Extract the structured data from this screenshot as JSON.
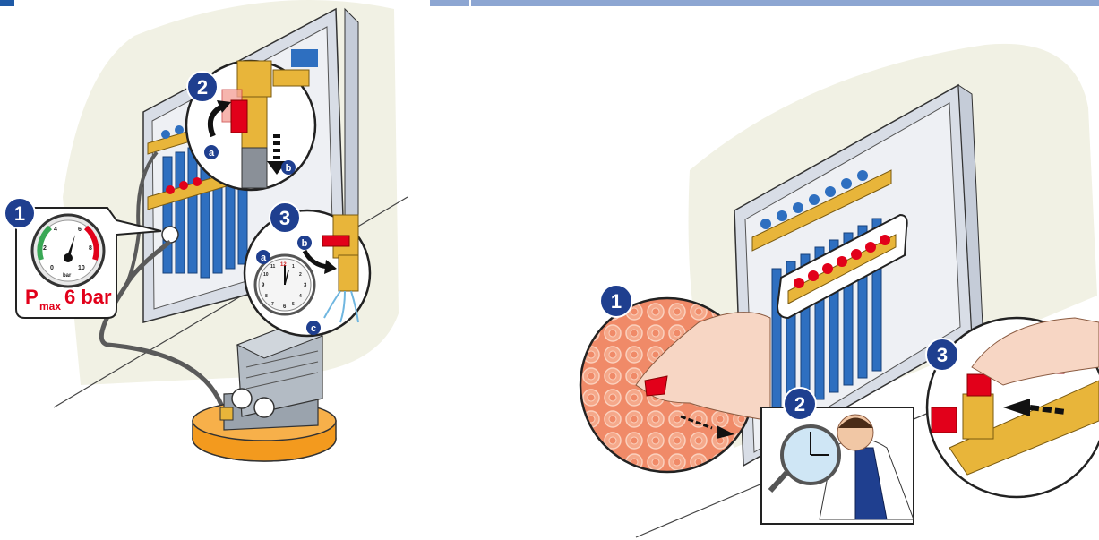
{
  "left_panel": {
    "step1": "1",
    "step2": "2",
    "step3": "3",
    "sub_a1": "a",
    "sub_b1": "b",
    "sub_a2": "a",
    "sub_b2": "b",
    "sub_c2": "c",
    "gauge_unit": "bar",
    "gauge_ticks": [
      "0",
      "2",
      "4",
      "6",
      "8",
      "10"
    ],
    "pmax_p": "P",
    "pmax_sub": "max",
    "pmax_value": "6 bar",
    "clock_numbers": [
      "12",
      "1",
      "2",
      "3",
      "4",
      "5",
      "6",
      "7",
      "8",
      "9",
      "10",
      "11"
    ]
  },
  "right_panel": {
    "step1": "1",
    "step2": "2",
    "step3": "3"
  },
  "colors": {
    "step_badge": "#1f3f8f",
    "pmax_red": "#e2001a",
    "header_dark": "#1f5aa6",
    "header_light": "#8da6d2",
    "pipe_blue": "#2e6fc0",
    "brass": "#e8b53a",
    "compressor_orange": "#f39a1e",
    "background_blob": "#f1f1e4"
  },
  "icons": [
    "pressure-gauge-icon",
    "clock-icon",
    "ball-valve-icon",
    "compressor-icon",
    "magnifier-icon",
    "worker-icon",
    "cap-icon"
  ]
}
